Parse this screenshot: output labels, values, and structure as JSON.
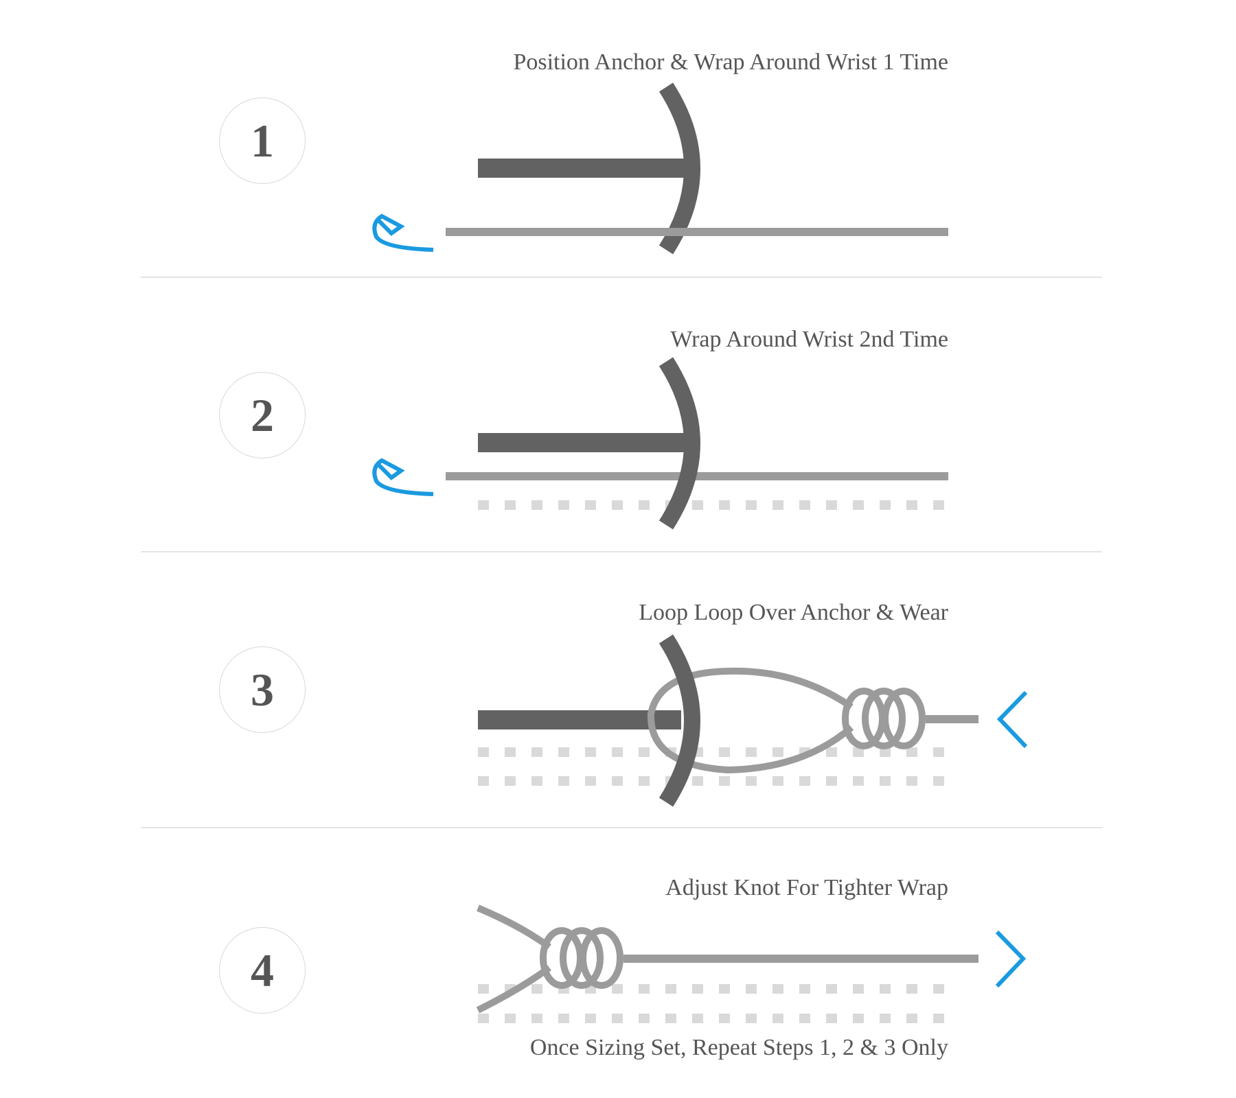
{
  "steps": [
    {
      "number": "1",
      "title": "Position Anchor & Wrap Around Wrist 1 Time"
    },
    {
      "number": "2",
      "title": "Wrap Around Wrist 2nd Time"
    },
    {
      "number": "3",
      "title": "Loop Loop Over Anchor & Wear"
    },
    {
      "number": "4",
      "title": "Adjust Knot For Tighter Wrap"
    }
  ],
  "footer": "Once Sizing Set, Repeat Steps 1, 2 & 3 Only",
  "colors": {
    "anchor": "#626262",
    "cord": "#9b9b9b",
    "dots": "#d9d9d9",
    "accent": "#1a9ae0",
    "text": "#555555"
  }
}
